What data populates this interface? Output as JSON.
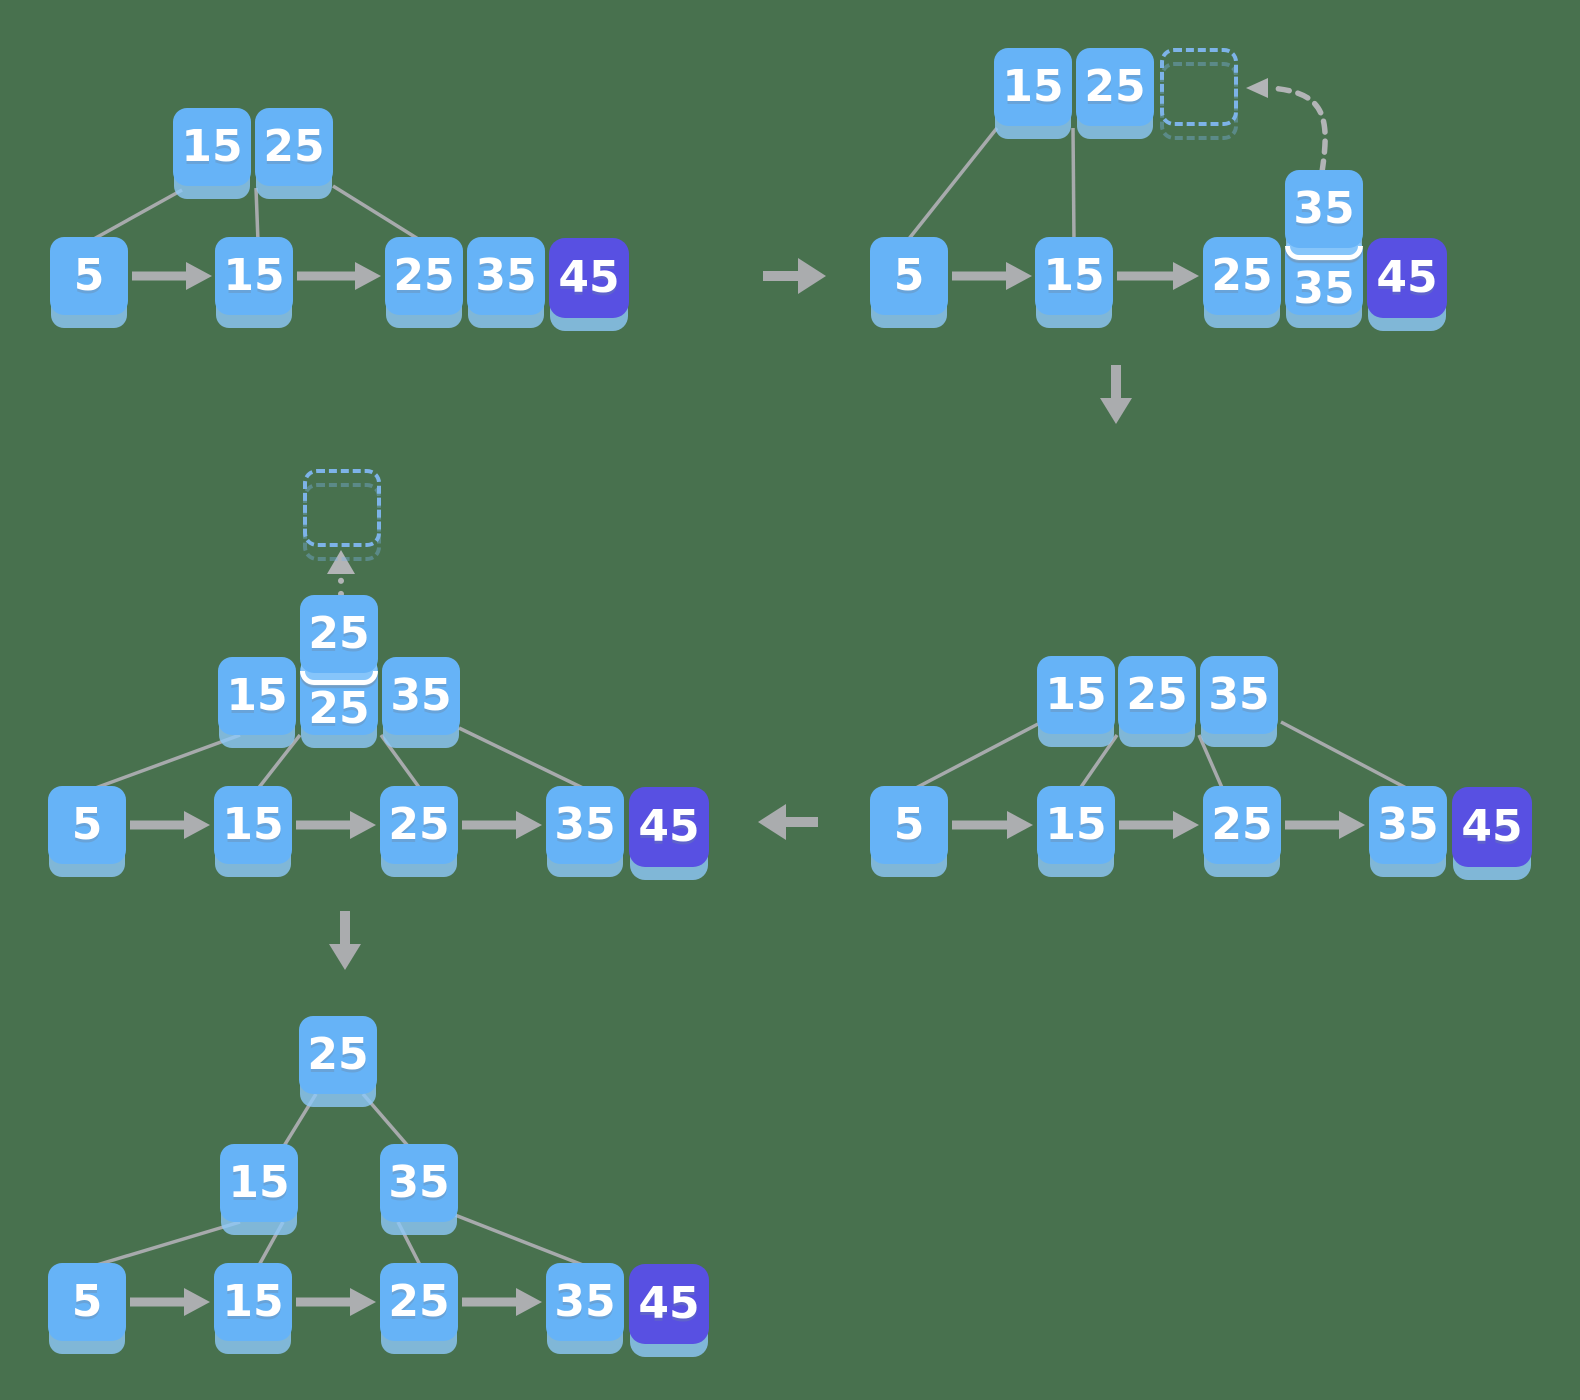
{
  "diagram": {
    "type": "b-plus-tree-insert-steps",
    "colors": {
      "background": "#48714e",
      "node_blue": "#66b3f7",
      "node_shadow_blue": "#8ec9fa",
      "highlight_purple": "#5850e2",
      "edge_gray": "#a7aaac",
      "arrow_gray": "#acaeb0",
      "dashed_blue": "#7db3e8",
      "text_white": "#ffffff"
    },
    "panels": [
      {
        "id": "step-1",
        "internal": [
          "15",
          "25"
        ],
        "leaves": [
          "5",
          "15",
          "25",
          "35",
          "45"
        ],
        "highlighted_leaf": "45"
      },
      {
        "id": "step-2",
        "internal": [
          "15",
          "25"
        ],
        "rising": "35",
        "leaves": [
          "5",
          "15",
          "25",
          "35",
          "45"
        ],
        "highlighted_leaf": "45"
      },
      {
        "id": "step-3",
        "internal": [
          "15",
          "25",
          "35"
        ],
        "rising": "25",
        "leaves": [
          "5",
          "15",
          "25",
          "35",
          "45"
        ],
        "highlighted_leaf": "45"
      },
      {
        "id": "step-4",
        "internal": [
          "15",
          "25",
          "35"
        ],
        "leaves": [
          "5",
          "15",
          "25",
          "35",
          "45"
        ],
        "highlighted_leaf": "45"
      },
      {
        "id": "step-5",
        "root": "25",
        "internal": [
          "15",
          "35"
        ],
        "leaves": [
          "5",
          "15",
          "25",
          "35",
          "45"
        ],
        "highlighted_leaf": "45"
      }
    ]
  }
}
